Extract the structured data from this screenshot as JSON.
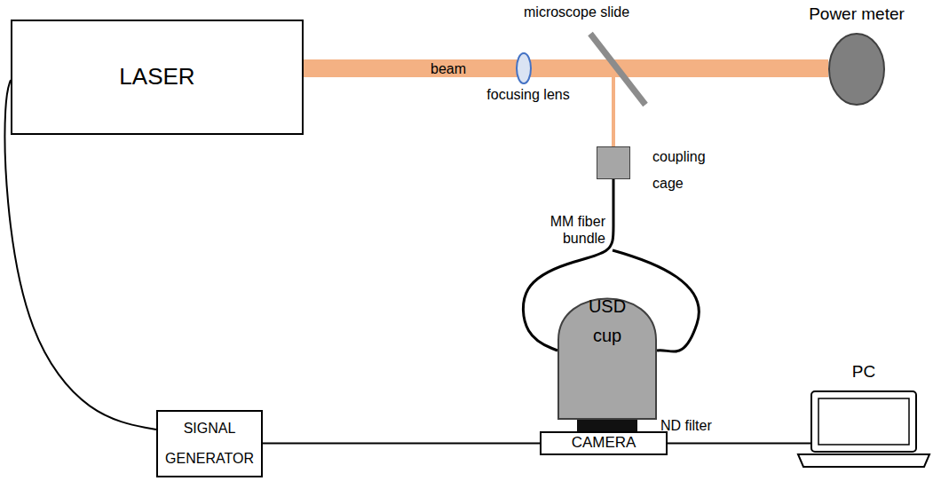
{
  "diagram": {
    "nodes": [
      {
        "text": [
          "LASER"
        ]
      },
      {
        "text": [
          "Power meter"
        ]
      },
      {
        "text": [
          "coupling cage"
        ]
      },
      {
        "text": [
          "USD cup"
        ]
      },
      {
        "text": [
          "SIGNAL GENERATOR"
        ]
      },
      {
        "text": [
          "CAMERA"
        ]
      },
      {
        "text": [
          "PC"
        ]
      }
    ],
    "edges": [
      {
        "from": 0,
        "to": 1,
        "arrow": "none",
        "label": "beam"
      },
      {
        "from": 2,
        "to": 3,
        "arrow": "none",
        "label": "MM fiber bundle"
      },
      {
        "from": 4,
        "to": 0,
        "arrow": "none"
      },
      {
        "from": 4,
        "to": 5,
        "arrow": "none"
      },
      {
        "from": 5,
        "to": 6,
        "arrow": "none"
      }
    ],
    "labels": [
      "focusing lens",
      "microscope slide",
      "ND filter"
    ]
  }
}
